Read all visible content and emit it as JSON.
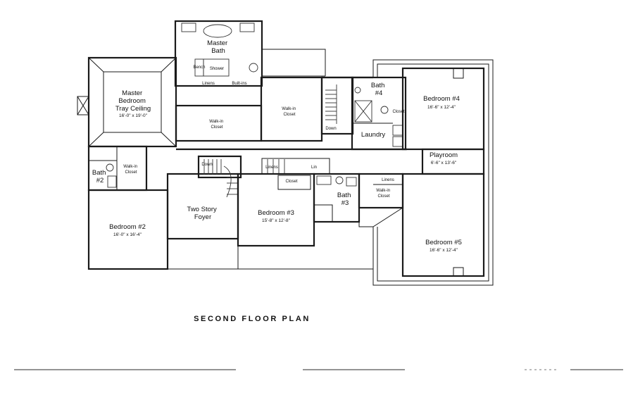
{
  "plan_title": "SECOND FLOOR PLAN",
  "rooms": {
    "master_bath": [
      "Master",
      "Bath"
    ],
    "shower": "Shower",
    "bench": "Bench",
    "linens_master": "Linens",
    "built_ins": "Built-ins",
    "master_bedroom": [
      "Master",
      "Bedroom",
      "Tray Ceiling",
      "16'-0\" x 19'-0\""
    ],
    "walk_in_closet_master_1": [
      "Walk-in",
      "Closet"
    ],
    "walk_in_closet_master_2": [
      "Walk-in",
      "Closet"
    ],
    "down_rear": "Down",
    "bath4": [
      "Bath",
      "#4"
    ],
    "laundry": "Laundry",
    "closet_bath4": "Closet",
    "bedroom4": [
      "Bedroom #4",
      "16'-6\" x 12'-4\""
    ],
    "playroom": [
      "Playroom",
      "6'-6\" x 13'-6\""
    ],
    "bath2": [
      "Bath",
      "#2"
    ],
    "walk_in_closet_b2": [
      "Walk-in",
      "Closet"
    ],
    "down_foyer": "Down",
    "two_story_foyer": [
      "Two Story",
      "Foyer"
    ],
    "linens_hall": "Linens",
    "linens_hall_2": "Lin",
    "closet_b3": "Closet",
    "bedroom3": [
      "Bedroom #3",
      "15'-8\" x 12'-8\""
    ],
    "bath3": [
      "Bath",
      "#3"
    ],
    "linens_b5": "Linens",
    "walk_in_closet_b5": [
      "Walk-in",
      "Closet"
    ],
    "bedroom2": [
      "Bedroom #2",
      "16'-0\" x 16'-4\""
    ],
    "bedroom5": [
      "Bedroom #5",
      "16'-6\" x 12'-4\""
    ]
  }
}
